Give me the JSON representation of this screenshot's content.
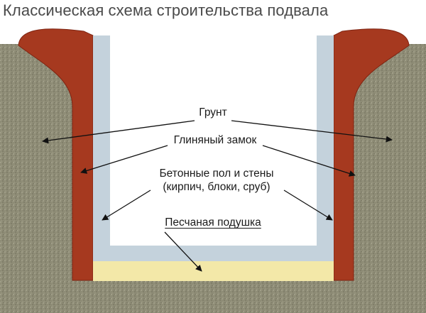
{
  "title": "Классическая схема строительства подвала",
  "labels": {
    "soil": "Грунт",
    "clay_lock": "Глиняный замок",
    "concrete_line1": "Бетонные пол и стены",
    "concrete_line2": "(кирпич, блоки, сруб)",
    "sand_cushion": "Песчаная подушка"
  },
  "colors": {
    "soil": "#8e8c76",
    "clay": "#a6391f",
    "concrete": "#c4d2dc",
    "sand": "#f3e8a8",
    "interior": "#ffffff",
    "arrow": "#111111"
  }
}
